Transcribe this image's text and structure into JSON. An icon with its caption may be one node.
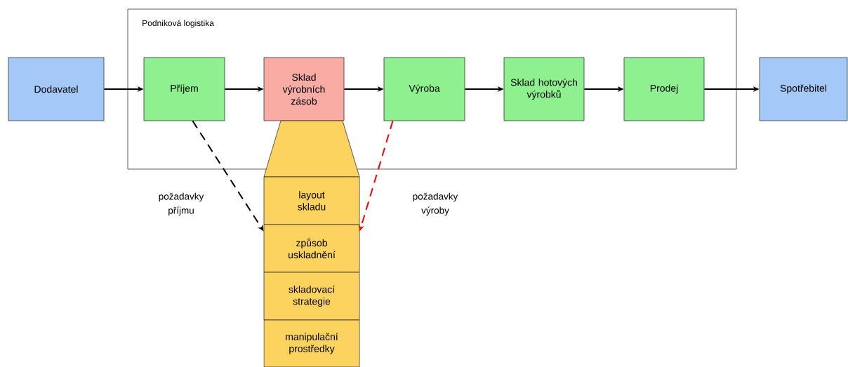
{
  "diagram": {
    "nodes": [
      {
        "text": [
          "Podniková logistika"
        ]
      },
      {
        "text": [
          "Dodavatel"
        ]
      },
      {
        "text": [
          "Příjem"
        ],
        "in": 0
      },
      {
        "text": [
          "Sklad výrobních zásob"
        ],
        "in": 0
      },
      {
        "text": [
          "Výroba"
        ],
        "in": 0
      },
      {
        "text": [
          "Sklad hotových výrobků"
        ],
        "in": 0
      },
      {
        "text": [
          "Prodej"
        ],
        "in": 0
      },
      {
        "text": [
          "Spotřebitel"
        ]
      },
      {
        "text": [],
        "shape": "trapezoid"
      },
      {
        "text": [
          "layout skladu"
        ]
      },
      {
        "text": [
          "způsob uskladnění"
        ]
      },
      {
        "text": [
          "skladovací strategie"
        ]
      },
      {
        "text": [
          "manipulační prostředky"
        ]
      }
    ],
    "edges": [
      {
        "from": 1,
        "to": 2,
        "arrow": "to"
      },
      {
        "from": 2,
        "to": 3,
        "arrow": "to"
      },
      {
        "from": 3,
        "to": 4,
        "arrow": "to"
      },
      {
        "from": 4,
        "to": 5,
        "arrow": "to"
      },
      {
        "from": 5,
        "to": 6,
        "arrow": "to"
      },
      {
        "from": 6,
        "to": 7,
        "arrow": "to"
      },
      {
        "from": 2,
        "to": 10,
        "arrow": "to",
        "style": "dashed",
        "label": "požadavky příjmu"
      },
      {
        "from": 4,
        "to": 10,
        "arrow": "to",
        "style": "dashed",
        "color": "#ff0000",
        "label": "požadavky výroby"
      }
    ]
  }
}
